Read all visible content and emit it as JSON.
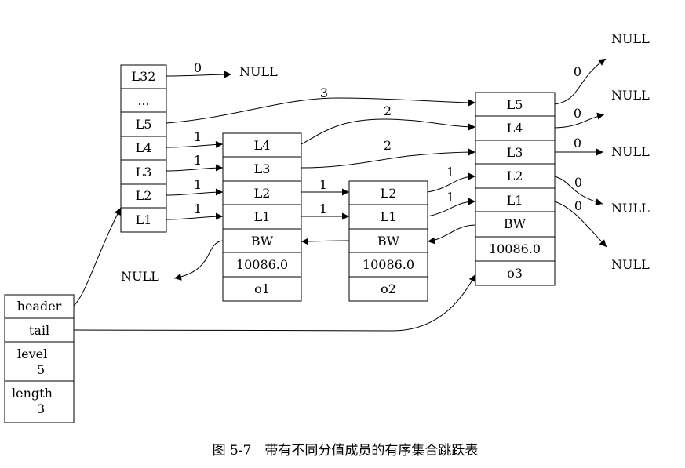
{
  "list_header": {
    "fields": [
      {
        "lines": [
          "header"
        ]
      },
      {
        "lines": [
          "tail"
        ]
      },
      {
        "lines": [
          "level",
          "5"
        ]
      },
      {
        "lines": [
          "length",
          "3"
        ]
      }
    ]
  },
  "header_node": {
    "levels": [
      "L32",
      "...",
      "L5",
      "L4",
      "L3",
      "L2",
      "L1"
    ]
  },
  "nodes": [
    {
      "levels": [
        "L4",
        "L3",
        "L2",
        "L1"
      ],
      "backward": "BW",
      "score": "10086.0",
      "obj": "o1"
    },
    {
      "levels": [
        "L2",
        "L1"
      ],
      "backward": "BW",
      "score": "10086.0",
      "obj": "o2"
    },
    {
      "levels": [
        "L5",
        "L4",
        "L3",
        "L2",
        "L1"
      ],
      "backward": "BW",
      "score": "10086.0",
      "obj": "o3"
    }
  ],
  "spans": {
    "header_L32": "0",
    "header_L5": "3",
    "header_L4": "1",
    "header_L3": "1",
    "header_L2": "1",
    "header_L1": "1",
    "o1_L4": "2",
    "o1_L3": "2",
    "o1_L2": "1",
    "o1_L1": "1",
    "o2_L2": "1",
    "o2_L1": "1",
    "o3_L5": "0",
    "o3_L4": "0",
    "o3_L3": "0",
    "o3_L2": "0",
    "o3_L1": "0"
  },
  "null_label": "NULL",
  "caption": "图 5-7　带有不同分值成员的有序集合跳跃表"
}
